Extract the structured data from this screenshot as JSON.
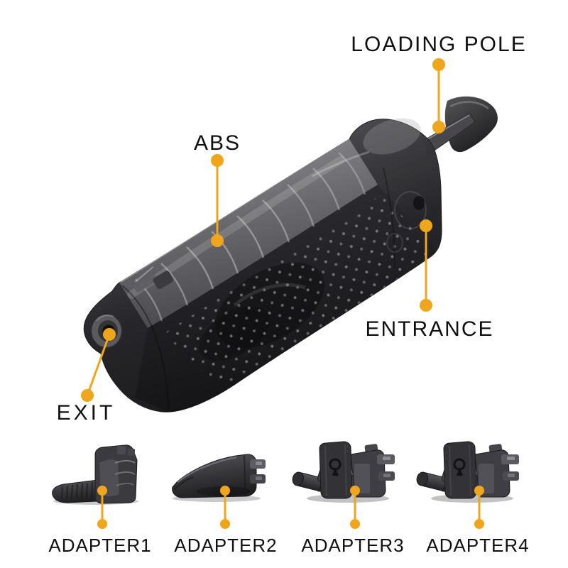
{
  "diagram": {
    "background_color": "#ffffff",
    "accent_color": "#EFA51C",
    "label_color": "#101010",
    "subject": "bb-speed-loader-parts-diagram"
  },
  "part_labels": {
    "loading_pole": "LOADING POLE",
    "abs": "ABS",
    "entrance": "ENTRANCE",
    "exit": "EXIT"
  },
  "adapters": [
    {
      "label": "ADAPTER1"
    },
    {
      "label": "ADAPTER2"
    },
    {
      "label": "ADAPTER3"
    },
    {
      "label": "ADAPTER4"
    }
  ]
}
